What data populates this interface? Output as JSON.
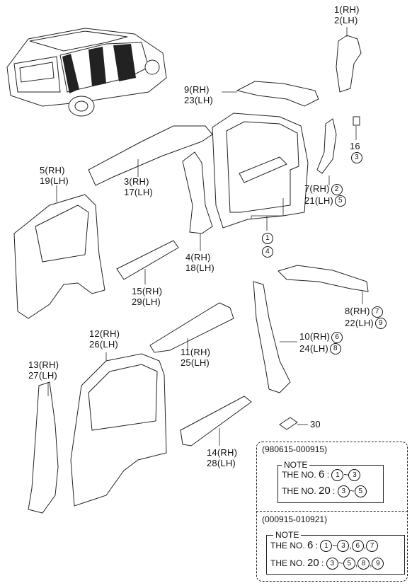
{
  "labels": [
    {
      "id": "p1",
      "lines": [
        "1(RH)",
        "2(LH)"
      ]
    },
    {
      "id": "p9",
      "lines": [
        "9(RH)",
        "23(LH)"
      ]
    },
    {
      "id": "p16",
      "lines": [
        "16"
      ],
      "circles": [
        "3"
      ]
    },
    {
      "id": "p7",
      "lines": [
        "7(RH)",
        "21(LH)"
      ],
      "circles": [
        "2",
        "5"
      ]
    },
    {
      "id": "p5",
      "lines": [
        "5(RH)",
        "19(LH)"
      ]
    },
    {
      "id": "p3",
      "lines": [
        "3(RH)",
        "17(LH)"
      ]
    },
    {
      "id": "p4",
      "lines": [
        "4(RH)",
        "18(LH)"
      ]
    },
    {
      "id": "p14c",
      "circles": [
        "1",
        "4"
      ]
    },
    {
      "id": "p15",
      "lines": [
        "15(RH)",
        "29(LH)"
      ]
    },
    {
      "id": "p8",
      "lines": [
        "8(RH)",
        "22(LH)"
      ],
      "circles": [
        "7",
        "9"
      ]
    },
    {
      "id": "p10",
      "lines": [
        "10(RH)",
        "24(LH)"
      ],
      "circles": [
        "6",
        "8"
      ]
    },
    {
      "id": "p12",
      "lines": [
        "12(RH)",
        "26(LH)"
      ]
    },
    {
      "id": "p11",
      "lines": [
        "11(RH)",
        "25(LH)"
      ]
    },
    {
      "id": "p13",
      "lines": [
        "13(RH)",
        "27(LH)"
      ]
    },
    {
      "id": "p30",
      "lines": [
        "30"
      ]
    },
    {
      "id": "p14",
      "lines": [
        "14(RH)",
        "28(LH)"
      ]
    }
  ],
  "notes": {
    "period1": "(980615-000915)",
    "period2": "(000915-010921)",
    "note_title": "NOTE",
    "prefix": "THE NO.",
    "row1a": {
      "num": "6",
      "sep": ":",
      "from": "1",
      "tilde": "~",
      "to": "3"
    },
    "row1b": {
      "num": "20",
      "sep": ":",
      "from": "3",
      "tilde": "~",
      "to": "5"
    },
    "row2a": {
      "num": "6",
      "sep": ":",
      "from": "1",
      "tilde": "~",
      "to": "3",
      "extra": [
        ",",
        "6",
        ",",
        "7"
      ]
    },
    "row2b": {
      "num": "20",
      "sep": ":",
      "from": "3",
      "tilde": "~",
      "to": "5",
      "extra": [
        ",",
        "8",
        ",",
        "9"
      ]
    }
  }
}
